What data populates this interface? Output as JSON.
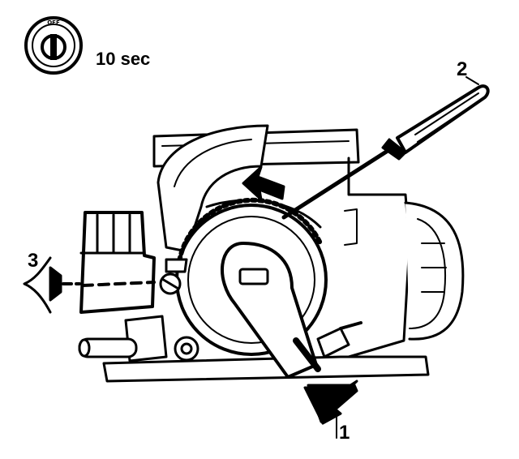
{
  "ignition": {
    "switch_label": "OFF",
    "duration": "10 sec"
  },
  "callouts": {
    "one": "1",
    "two": "2",
    "three": "3"
  },
  "colors": {
    "ink": "#000000",
    "paper": "#ffffff"
  },
  "icons": {
    "ignition": "ignition-key-off-icon",
    "eye": "eye-icon",
    "arrow": "push-arrow-icon",
    "tool": "screwdriver-icon"
  }
}
